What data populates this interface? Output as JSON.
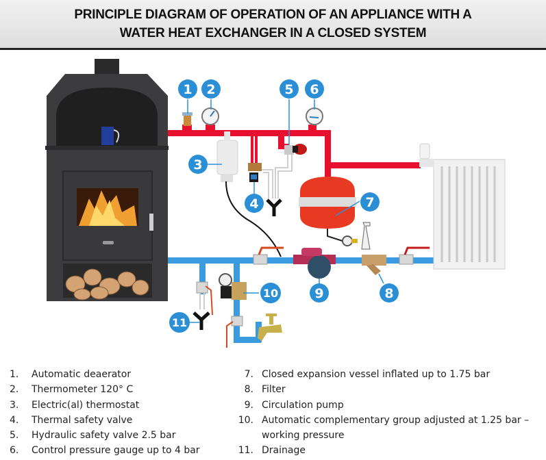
{
  "title": {
    "line1": "PRINCIPLE DIAGRAM OF OPERATION OF AN APPLIANCE WITH A",
    "line2": "WATER HEAT EXCHANGER IN A CLOSED SYSTEM"
  },
  "colors": {
    "hot_pipe": "#e8102f",
    "cold_pipe": "#3a9be0",
    "callout": "#2b8fd6",
    "stove": "#3b3b3d",
    "vessel": "#e83a22"
  },
  "callouts": [
    "1",
    "2",
    "3",
    "4",
    "5",
    "6",
    "7",
    "8",
    "9",
    "10",
    "11"
  ],
  "legend": {
    "left": [
      {
        "num": "1.",
        "text": "Automatic deaerator"
      },
      {
        "num": "2.",
        "text": "Thermometer 120° C"
      },
      {
        "num": "3.",
        "text": "Electric(al) thermostat"
      },
      {
        "num": "4.",
        "text": "Thermal safety valve"
      },
      {
        "num": "5.",
        "text": "Hydraulic safety valve 2.5 bar"
      },
      {
        "num": "6.",
        "text": "Control pressure gauge up to 4 bar"
      }
    ],
    "right": [
      {
        "num": "7.",
        "text": "Closed expansion vessel inflated up to 1.75 bar"
      },
      {
        "num": "8.",
        "text": "Filter"
      },
      {
        "num": "9.",
        "text": "Circulation pump"
      },
      {
        "num": "10.",
        "text": "Automatic complementary  group adjusted at 1.25 bar –"
      },
      {
        "num": "",
        "text": "working pressure"
      },
      {
        "num": "11.",
        "text": "Drainage"
      }
    ]
  }
}
